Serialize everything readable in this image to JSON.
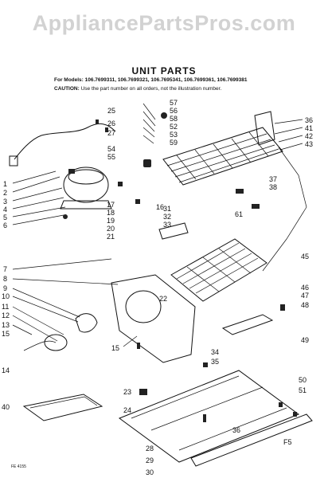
{
  "watermark": "AppliancePartsPros.com",
  "title": "UNIT PARTS",
  "models": "For Models: 106.7699311, 106.7699321, 106.7695341, 106.7699361, 106.7699381",
  "caution_label": "CAUTION:",
  "caution_text": "Use the part number on all orders, not the illustration number.",
  "ref_code": "FE 4155",
  "corner_code": "F5",
  "labels": [
    "1",
    "2",
    "3",
    "4",
    "5",
    "6",
    "7",
    "8",
    "9",
    "10",
    "11",
    "12",
    "13",
    "14",
    "15",
    "15",
    "16",
    "17",
    "18",
    "19",
    "20",
    "21",
    "22",
    "23",
    "24",
    "25",
    "26",
    "27",
    "28",
    "29",
    "30",
    "31",
    "32",
    "33",
    "34",
    "35",
    "36",
    "36",
    "37",
    "38",
    "40",
    "41",
    "42",
    "43",
    "45",
    "46",
    "47",
    "48",
    "49",
    "50",
    "51",
    "52",
    "53",
    "54",
    "55",
    "56",
    "57",
    "58",
    "59",
    "61"
  ]
}
